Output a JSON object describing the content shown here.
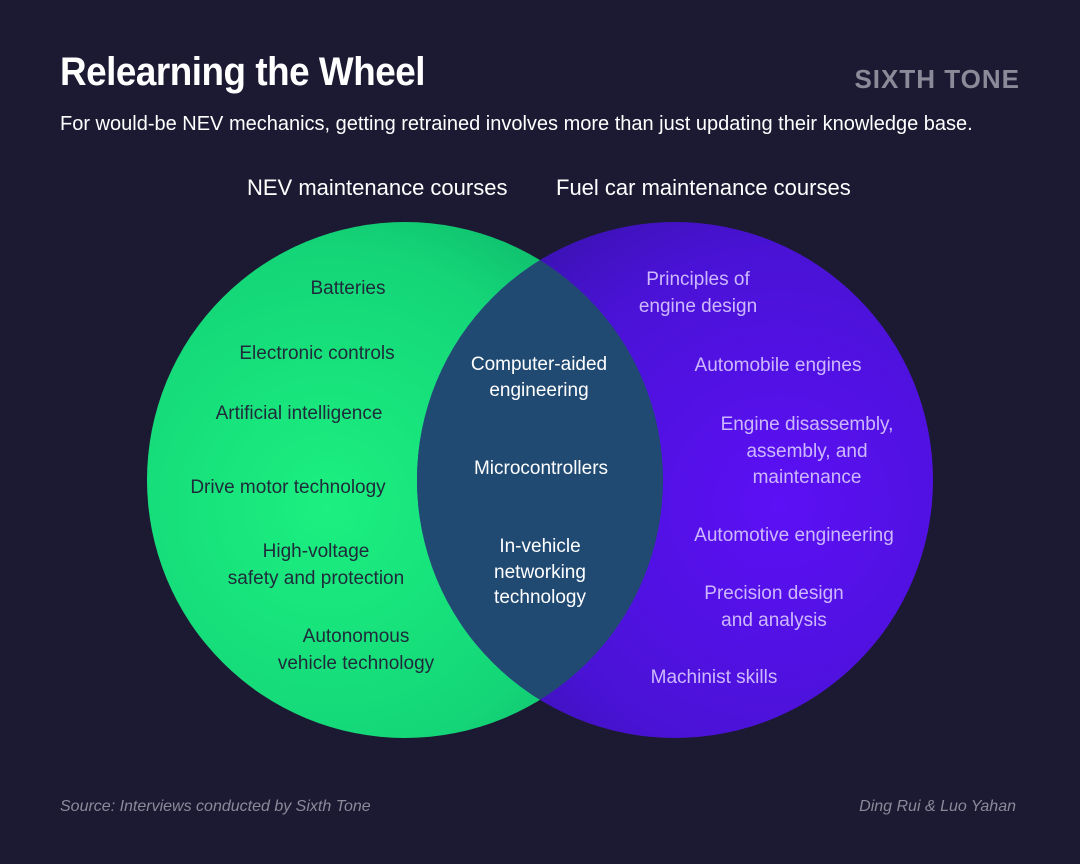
{
  "header": {
    "title": "Relearning the Wheel",
    "brand": "SIXTH TONE",
    "subtitle": "For would-be NEV mechanics, getting retrained involves more than just updating their knowledge base."
  },
  "venn": {
    "left_set": {
      "label": "NEV maintenance courses",
      "color": "#18e07a",
      "items": [
        "Batteries",
        "Electronic controls",
        "Artificial intelligence",
        "Drive motor technology",
        "High-voltage\nsafety and protection",
        "Autonomous\nvehicle technology"
      ]
    },
    "right_set": {
      "label": "Fuel car maintenance courses",
      "color": "#5a14e8",
      "items": [
        "Principles of\nengine design",
        "Automobile engines",
        "Engine disassembly,\nassembly, and\nmaintenance",
        "Automotive engineering",
        "Precision design\nand analysis",
        "Machinist skills"
      ]
    },
    "overlap": {
      "items": [
        "Computer-aided\nengineering",
        "Microcontrollers",
        "In-vehicle\nnetworking\ntechnology"
      ]
    }
  },
  "footer": {
    "source": "Source: Interviews conducted by Sixth Tone",
    "credit": "Ding Rui & Luo Yahan"
  }
}
